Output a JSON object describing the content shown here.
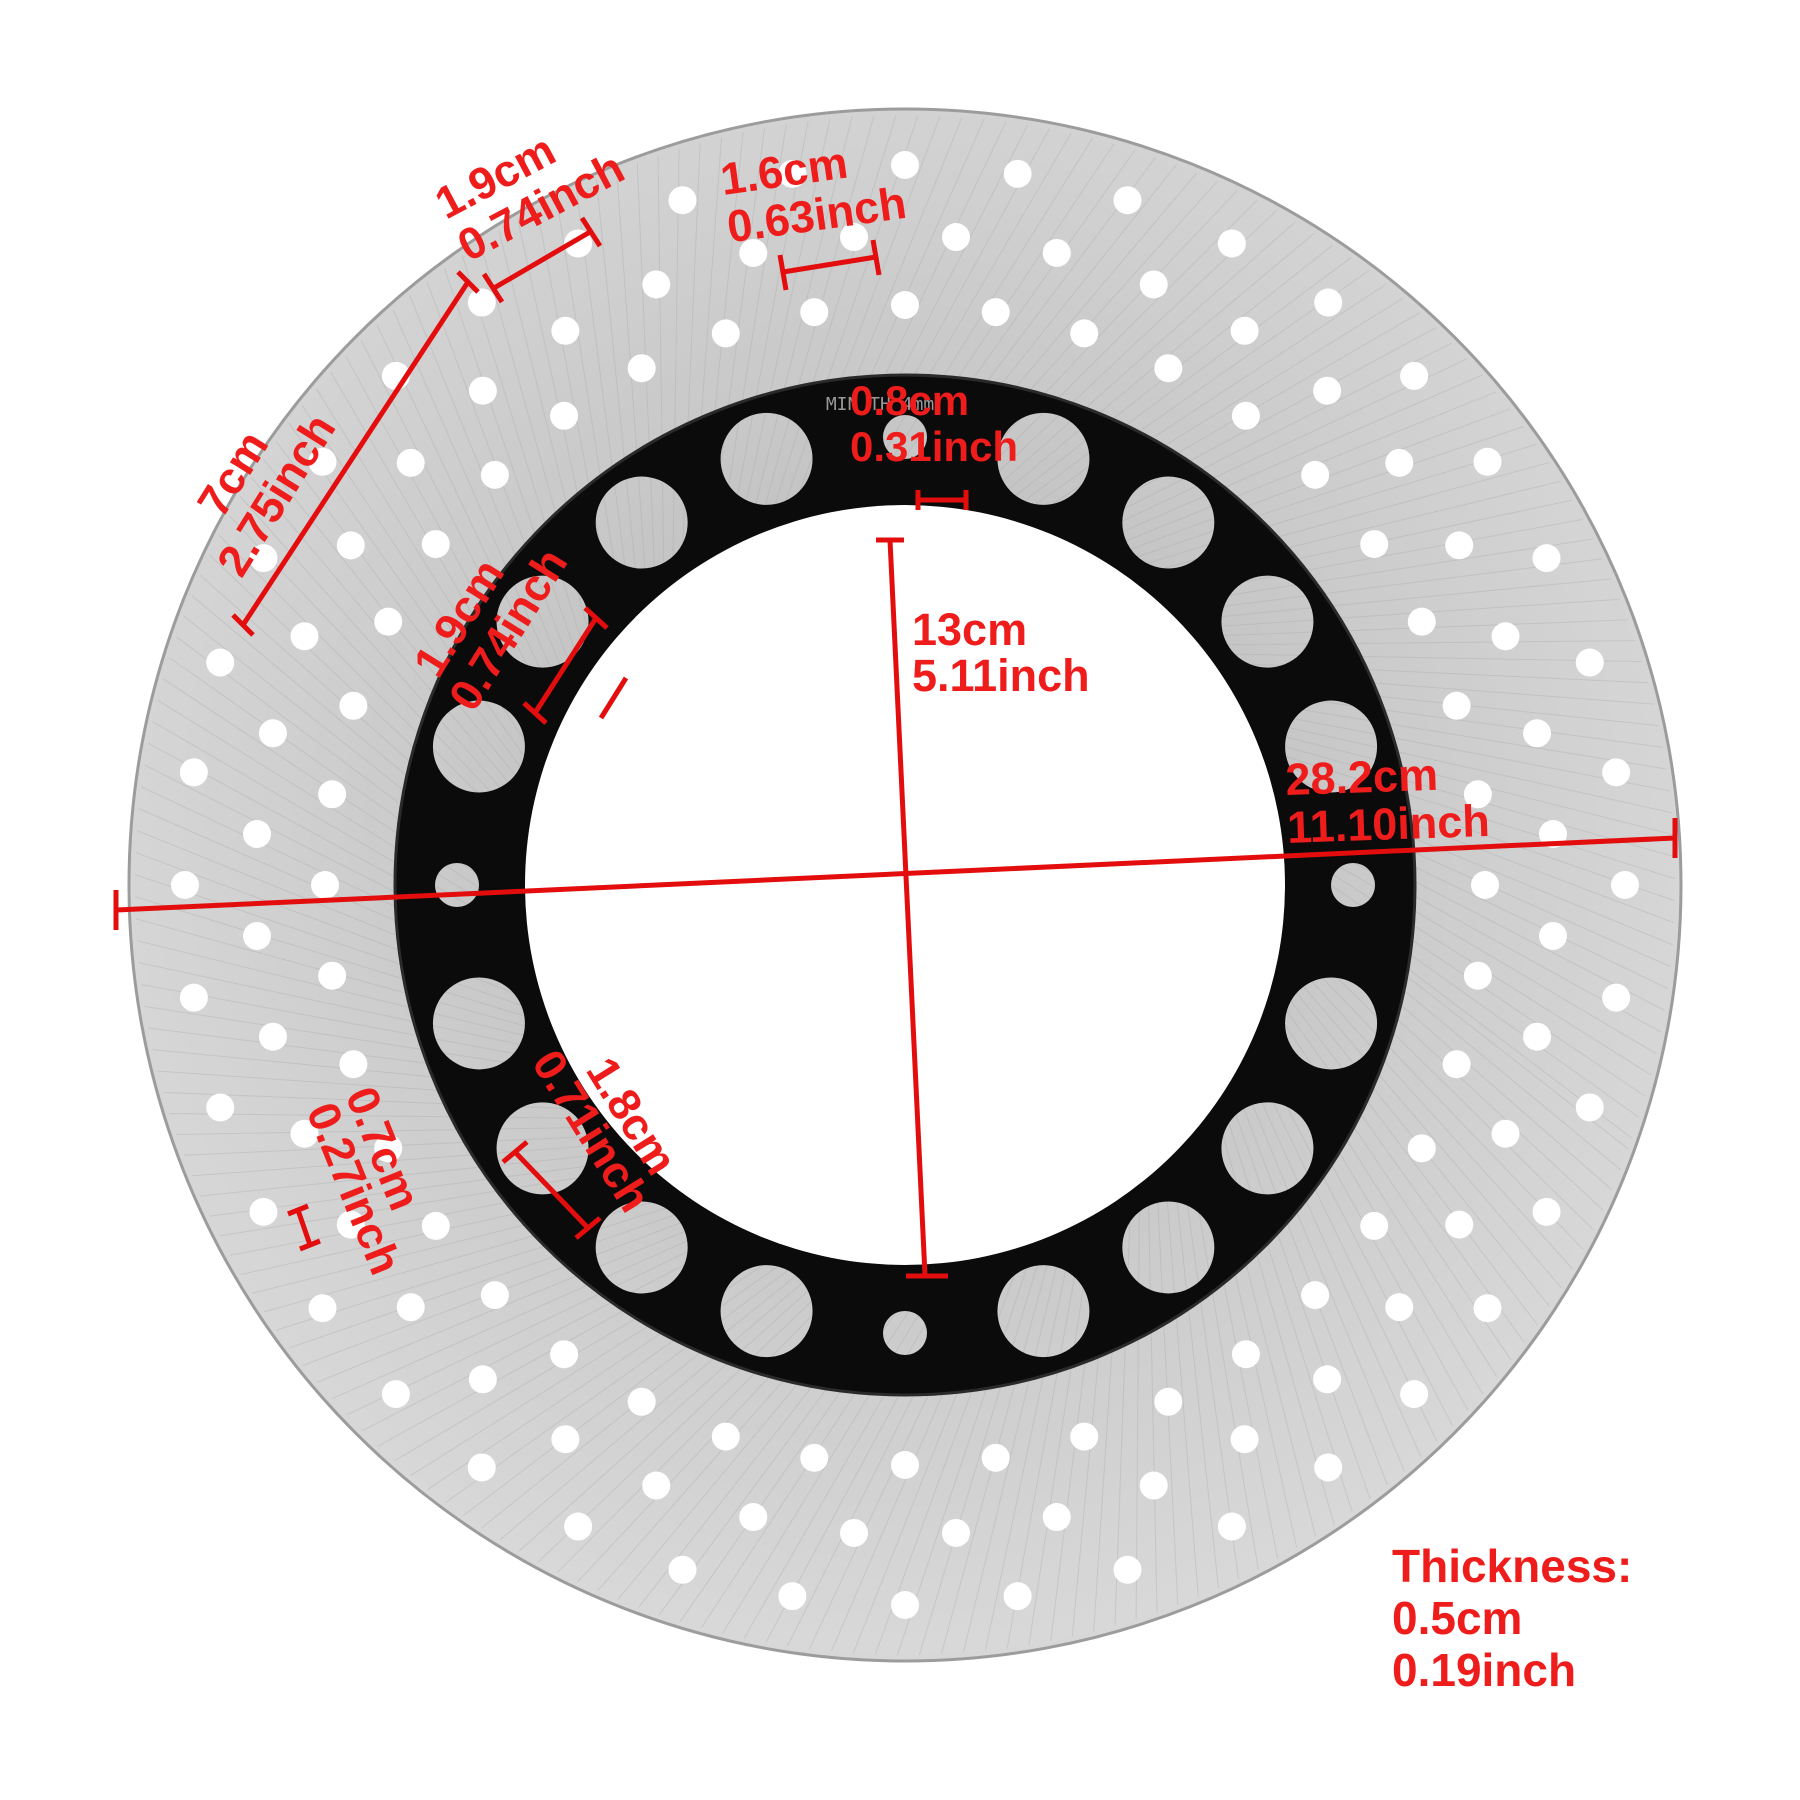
{
  "engraving": "MIN TH 4mm",
  "dimensions": {
    "outer_diameter": {
      "cm": "28.2cm",
      "inch": "11.10inch"
    },
    "inner_diameter": {
      "cm": "13cm",
      "inch": "5.11inch"
    },
    "band_width": {
      "cm": "7cm",
      "inch": "2.75inch"
    },
    "outer_hole_spacing": {
      "cm": "1.9cm",
      "inch": "0.74inch"
    },
    "outer_hole_pitch": {
      "cm": "1.6cm",
      "inch": "0.63inch"
    },
    "small_hole": {
      "cm": "0.8cm",
      "inch": "0.31inch"
    },
    "carrier_hole_upper": {
      "cm": "1.9cm",
      "inch": "0.74inch"
    },
    "carrier_hole_lower": {
      "cm": "1.8cm",
      "inch": "0.71inch"
    },
    "drill_hole": {
      "cm": "0.7cm",
      "inch": "0.27inch"
    },
    "thickness": {
      "label": "Thickness:",
      "cm": "0.5cm",
      "inch": "0.19inch"
    }
  },
  "colors": {
    "annotation_red": "#ef1c1c",
    "disc_steel": "#c9c9c9",
    "carrier_black": "#0b0b0b",
    "background": "#ffffff"
  }
}
